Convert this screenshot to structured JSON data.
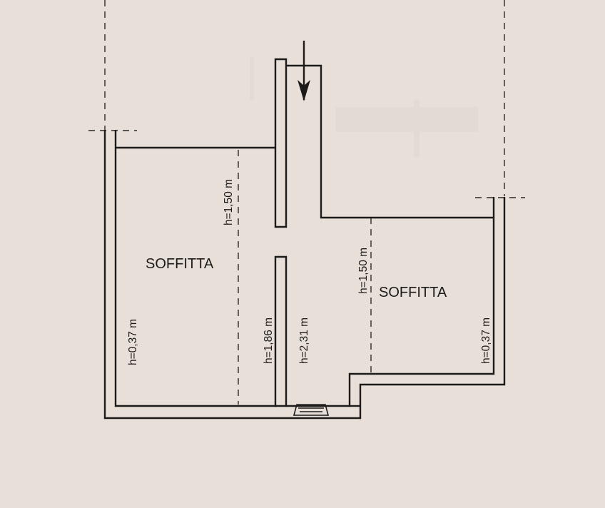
{
  "rooms": [
    {
      "label": "SOFFITTA"
    },
    {
      "label": "SOFFITTA"
    }
  ],
  "heights": {
    "left_outer": "h=0,37 m",
    "left_limit": "h=1,50 m",
    "left_wall": "h=1,86 m",
    "corridor": "h=2,31 m",
    "right_limit": "h=1,50 m",
    "right_outer": "h=0,37 m"
  },
  "icons": {
    "entrance": "arrow-down-icon",
    "stair": "stair-step-icon"
  },
  "colors": {
    "paper": "#e7dfd8",
    "ink": "#1c1b1a"
  }
}
